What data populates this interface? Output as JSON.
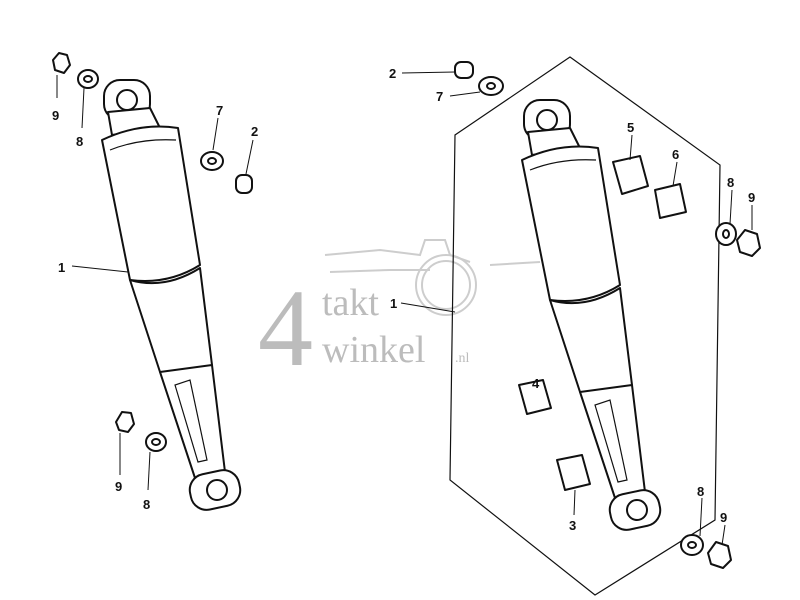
{
  "watermark": {
    "digit": "4",
    "line1": "takt",
    "line2": "winkel",
    "suffix": ".nl"
  },
  "callouts": [
    {
      "number": "9"
    },
    {
      "number": "8"
    },
    {
      "number": "7"
    },
    {
      "number": "2"
    },
    {
      "number": "1"
    },
    {
      "number": "9"
    },
    {
      "number": "8"
    },
    {
      "number": "2"
    },
    {
      "number": "7"
    },
    {
      "number": "5"
    },
    {
      "number": "6"
    },
    {
      "number": "8"
    },
    {
      "number": "9"
    },
    {
      "number": "1"
    },
    {
      "number": "4"
    },
    {
      "number": "3"
    },
    {
      "number": "8"
    },
    {
      "number": "9"
    }
  ],
  "colors": {
    "line": "#111111",
    "watermark": "#b5b5b5"
  }
}
